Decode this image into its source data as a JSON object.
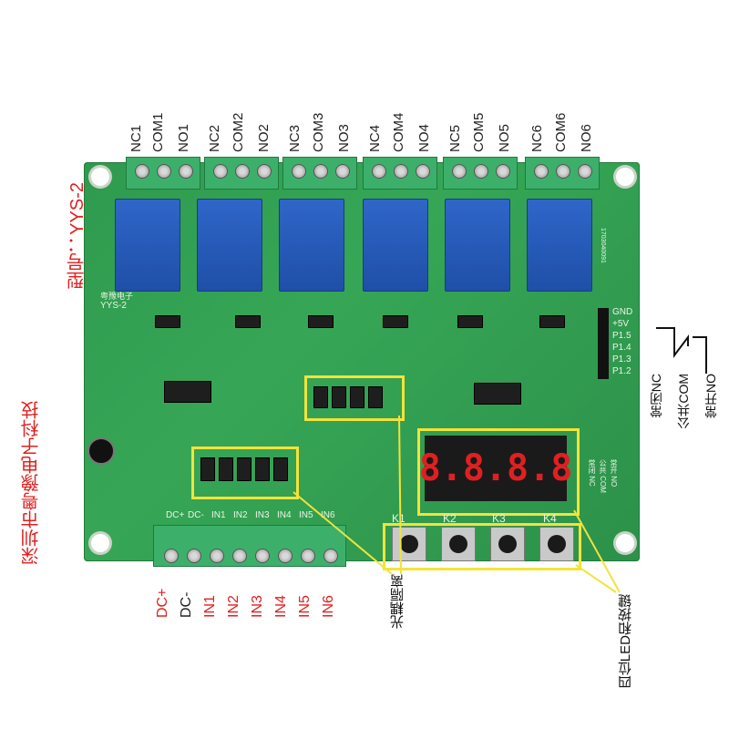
{
  "relay_terminals": [
    "NC1",
    "COM1",
    "NO1",
    "NC2",
    "COM2",
    "NO2",
    "NC3",
    "COM3",
    "NO3",
    "NC4",
    "COM4",
    "NO4",
    "NC5",
    "COM5",
    "NO5",
    "NC6",
    "COM6",
    "NO6"
  ],
  "model_label": "型号：YYS-2",
  "company_label": "深圳市粤豫电子科技",
  "board_model": "YYS-2",
  "board_brand": "粤豫电子",
  "header_pins": [
    "GND",
    "+5V",
    "P1.5",
    "P1.4",
    "P1.3",
    "P1.2"
  ],
  "input_labels_board": [
    "DC+",
    "DC-",
    "IN1",
    "IN2",
    "IN3",
    "IN4",
    "IN5",
    "IN6"
  ],
  "input_labels_bottom": [
    "DC+",
    "DC-",
    "IN1",
    "IN2",
    "IN3",
    "IN4",
    "IN5",
    "IN6"
  ],
  "key_labels": [
    "K1",
    "K2",
    "K3",
    "K4"
  ],
  "display": {
    "digits": "8.8.8.8",
    "side_labels": [
      "常闭 NC",
      "公共 COM",
      "常开 NO"
    ]
  },
  "annotations": {
    "optocoupler": "光耦隔离",
    "led_keys": "四位LED和按键",
    "nc": "常闭NC",
    "com": "公共COM",
    "no": "常开NO"
  },
  "serial": "1703040091",
  "colors": {
    "pcb": "#2f9a4e",
    "terminal": "#3cb06a",
    "relay": "#2f66c9",
    "highlight": "#f3e33a",
    "red_text": "#e02020"
  }
}
